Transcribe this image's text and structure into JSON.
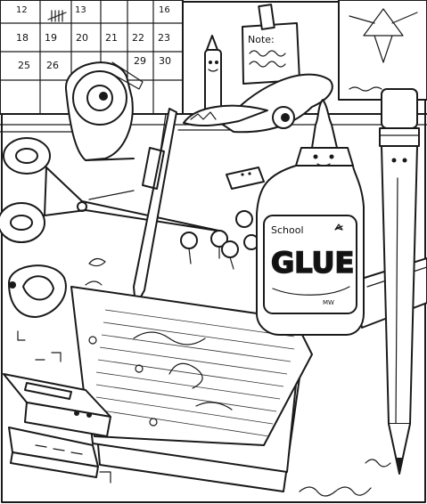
{
  "calendar": {
    "rows": [
      [
        "12",
        "13",
        "",
        "",
        "16"
      ],
      [
        "18",
        "19",
        "20",
        "21",
        "22",
        "23"
      ],
      [
        "25",
        "26",
        "",
        "",
        "29",
        "30"
      ]
    ]
  },
  "note": {
    "title": "Note:"
  },
  "glue": {
    "brand": "School",
    "label": "GLUE",
    "sublabel": "MW"
  },
  "colors": {
    "ink": "#1a1a1a",
    "paper": "#ffffff"
  }
}
